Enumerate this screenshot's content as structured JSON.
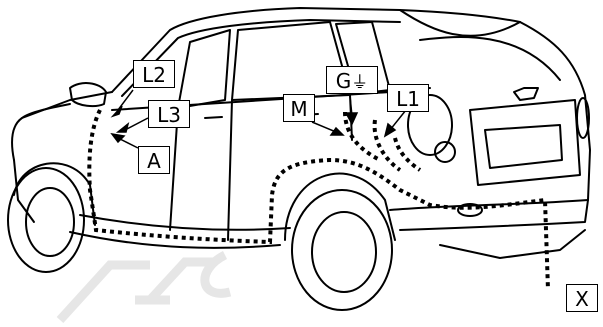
{
  "diagram": {
    "subject": "hatchback-car-rear-three-quarter-view",
    "line_color": "#000000",
    "background": "#ffffff",
    "harness_style": "dotted",
    "watermark": "ECS"
  },
  "callouts": {
    "l2": "L2",
    "l3": "L3",
    "a": "A",
    "m": "M",
    "g": "G",
    "g_symbol": "⏚",
    "l1": "L1",
    "x": "X"
  }
}
